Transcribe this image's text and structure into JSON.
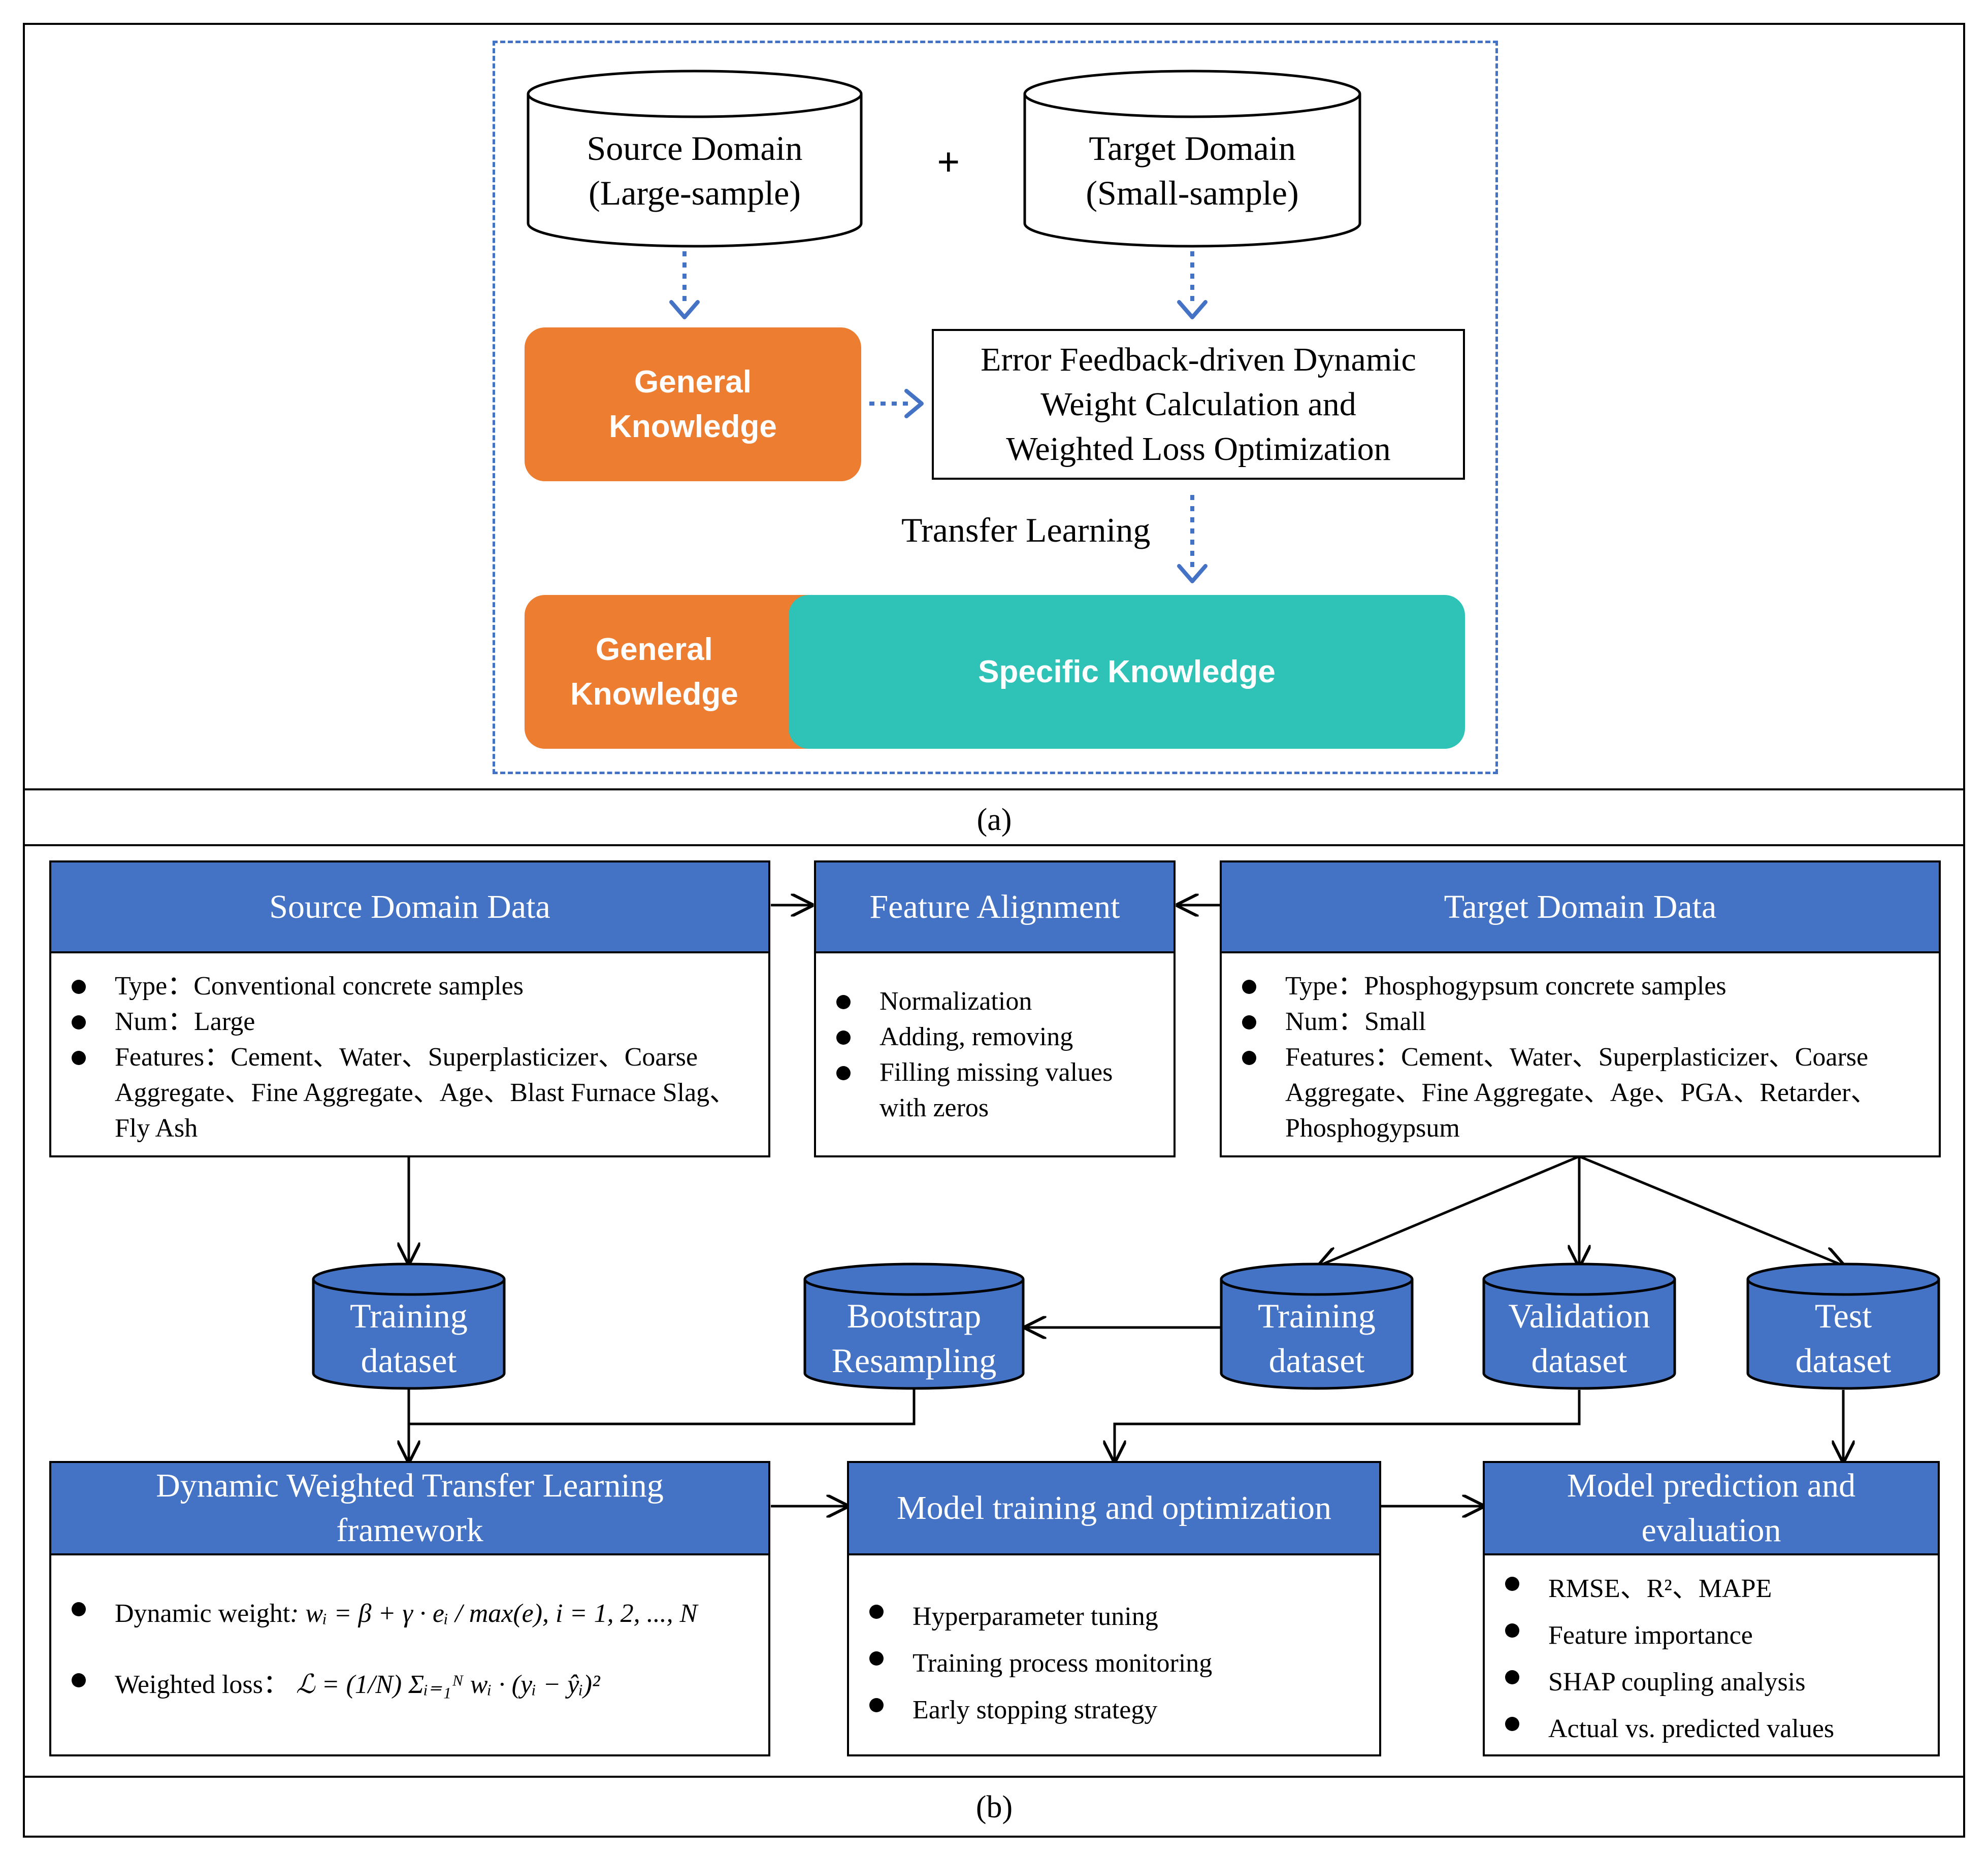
{
  "panel_a": {
    "label": "(a)",
    "source_domain": {
      "line1": "Source Domain",
      "line2": "(Large-sample)"
    },
    "plus": "+",
    "target_domain": {
      "line1": "Target Domain",
      "line2": "(Small-sample)"
    },
    "general_knowledge": {
      "line1": "General",
      "line2": "Knowledge"
    },
    "error_feedback": {
      "line1": "Error Feedback-driven Dynamic",
      "line2": "Weight Calculation and",
      "line3": "Weighted Loss Optimization"
    },
    "transfer_learning": "Transfer Learning",
    "result_general": {
      "line1": "General",
      "line2": "Knowledge"
    },
    "result_specific": "Specific Knowledge"
  },
  "panel_b": {
    "label": "(b)",
    "source_data": {
      "title": "Source Domain Data",
      "items": [
        "Type：Conventional concrete samples",
        "Num：Large",
        "Features：Cement、Water、Superplasticizer、Coarse Aggregate、Fine Aggregate、Age、Blast Furnace Slag、Fly Ash"
      ]
    },
    "feature_alignment": {
      "title": "Feature Alignment",
      "items": [
        "Normalization",
        "Adding, removing",
        "Filling missing values with zeros"
      ]
    },
    "target_data": {
      "title": "Target Domain Data",
      "items": [
        "Type：Phosphogypsum concrete samples",
        "Num：Small",
        "Features：Cement、Water、Superplasticizer、Coarse Aggregate、Fine Aggregate、Age、PGA、Retarder、Phosphogypsum"
      ]
    },
    "cylinders": {
      "source_training": {
        "line1": "Training",
        "line2": "dataset"
      },
      "bootstrap": {
        "line1": "Bootstrap",
        "line2": "Resampling"
      },
      "target_training": {
        "line1": "Training",
        "line2": "dataset"
      },
      "validation": {
        "line1": "Validation",
        "line2": "dataset"
      },
      "test": {
        "line1": "Test",
        "line2": "dataset"
      }
    },
    "framework": {
      "title_line1": "Dynamic Weighted Transfer Learning",
      "title_line2": "framework",
      "dynamic_weight_label": "Dynamic weight",
      "dynamic_weight_formula": ": wᵢ = β + γ · eᵢ / max(e),   i = 1, 2, ..., N",
      "weighted_loss_label": "Weighted loss：",
      "weighted_loss_formula": "ℒ = (1/N) Σᵢ₌₁ᴺ wᵢ · (yᵢ − ŷᵢ)²"
    },
    "model_training": {
      "title": "Model training and optimization",
      "items": [
        "Hyperparameter tuning",
        "Training process monitoring",
        "Early stopping strategy"
      ]
    },
    "model_prediction": {
      "title_line1": "Model prediction and",
      "title_line2": "evaluation",
      "items": [
        "RMSE、R²、MAPE",
        "Feature importance",
        "SHAP coupling analysis",
        "Actual vs. predicted values"
      ]
    }
  },
  "colors": {
    "blue": "#4472c4",
    "orange": "#ed7d31",
    "teal": "#2ec3b6",
    "arrow_blue": "#4472c4"
  }
}
